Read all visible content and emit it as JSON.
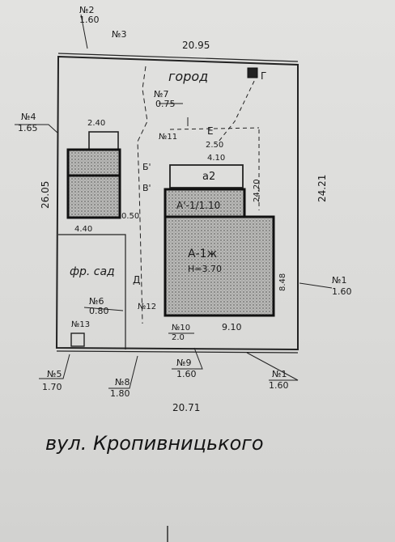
{
  "plan": {
    "street_name": "вул. Кропивницького",
    "garden_label": "город",
    "orchard_label": "фр. сад",
    "dimensions": {
      "top": "20.95",
      "bottom": "20.71",
      "left": "26.05",
      "right": "24.21",
      "inner_right": "24.20",
      "inner_right_lower": "8.48",
      "main_width": "9.10",
      "main_side": "4.40",
      "small_width": "2.40",
      "height_0_50": "0.50",
      "height_2_50": "2.50",
      "measure_4_10": "4.10"
    },
    "buildings": {
      "main": {
        "name": "А-1ж",
        "height": "H=3.70"
      },
      "annex_a1": "А'-1/1.10",
      "annex_a2": "а2",
      "shed_small": "Б'",
      "shed_b2": "В'",
      "gate_g": "Г",
      "porch_e": "Е"
    },
    "fences": [
      {
        "id": "n1",
        "label": "№1",
        "len": "1.60"
      },
      {
        "id": "n2",
        "label": "№2",
        "len": "1.60"
      },
      {
        "id": "n3",
        "label": "№3",
        "len": ""
      },
      {
        "id": "n4",
        "label": "№4",
        "len": "1.65"
      },
      {
        "id": "n5",
        "label": "№5",
        "len": "1.70"
      },
      {
        "id": "n6",
        "label": "№6",
        "len": "0.80"
      },
      {
        "id": "n7",
        "label": "№7",
        "len": "0.75"
      },
      {
        "id": "n8",
        "label": "№8",
        "len": "1.80"
      },
      {
        "id": "n9",
        "label": "№9",
        "len": "1.60"
      },
      {
        "id": "n10",
        "label": "№10",
        "len": "2.0"
      },
      {
        "id": "n11",
        "label": "№11",
        "len": ""
      },
      {
        "id": "n12",
        "label": "№12",
        "len": ""
      },
      {
        "id": "n13",
        "label": "№13",
        "len": ""
      }
    ],
    "misc": {
      "d_marker": "Д",
      "b_marker": "Б'",
      "i_marker": "І"
    }
  }
}
